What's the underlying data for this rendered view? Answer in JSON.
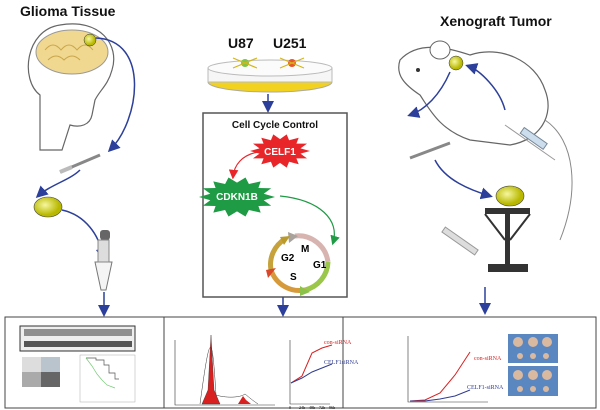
{
  "titles": {
    "glioma": "Glioma Tissue",
    "cell_lines_a": "U87",
    "cell_lines_b": "U251",
    "xenograft": "Xenograft Tumor"
  },
  "box": {
    "title": "Cell Cycle Control",
    "celf1": "CELF1",
    "cdkn1b": "CDKN1B",
    "phases": [
      "M",
      "G1",
      "S",
      "G2"
    ]
  },
  "growth_curve": {
    "series_a": "con-siRNA",
    "series_b": "CELF1siRNA",
    "x_ticks": [
      "0",
      "24h",
      "48h",
      "72h",
      "96h"
    ]
  },
  "tumor_curve": {
    "series_a": "con-siRNA",
    "series_b": "CELF1-siRNA"
  },
  "colors": {
    "arrow": "#2c3f9a",
    "red": "#e8262a",
    "green": "#1f9a45",
    "navy": "#2f3b8f"
  }
}
